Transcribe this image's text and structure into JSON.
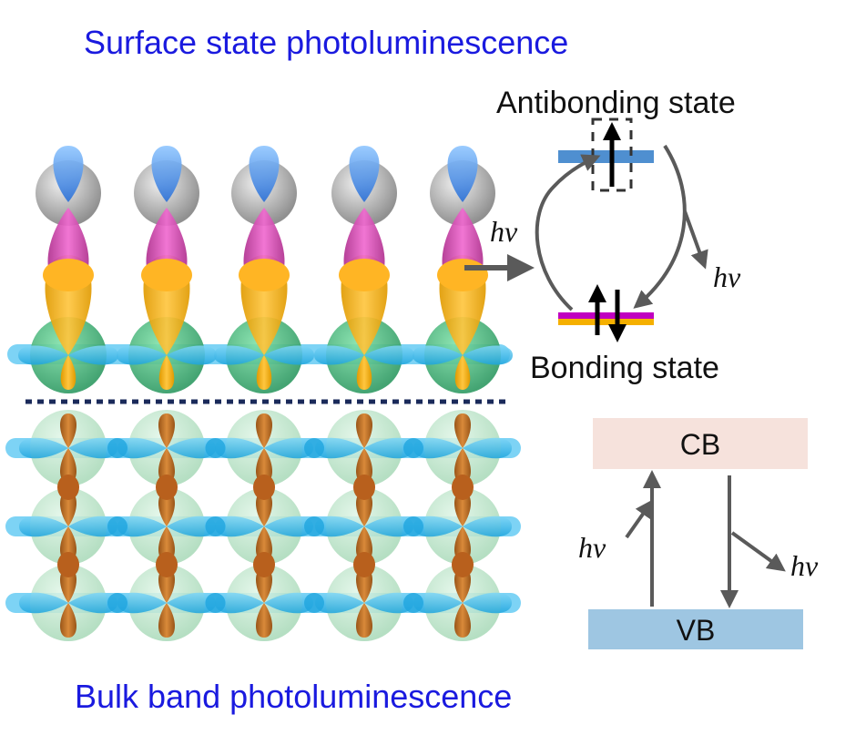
{
  "titles": {
    "surface": "Surface state photoluminescence",
    "bulk": "Bulk band photoluminescence"
  },
  "surface_diagram": {
    "antibonding_label": "Antibonding state",
    "bonding_label": "Bonding state",
    "hv_absorb": "hv",
    "hv_emit": "hv"
  },
  "bulk_diagram": {
    "cb_label": "CB",
    "vb_label": "VB",
    "hv_absorb": "hv",
    "hv_emit": "hv"
  },
  "colors": {
    "title_blue": "#1a1adf",
    "antibonding_level": "#4f8fd0",
    "bonding_level_top": "#c000c0",
    "bonding_level_bottom": "#f5b000",
    "cb_fill": "#f6e2dc",
    "vb_fill": "#9ec6e2",
    "surface_divider": "#1a2a5a"
  }
}
